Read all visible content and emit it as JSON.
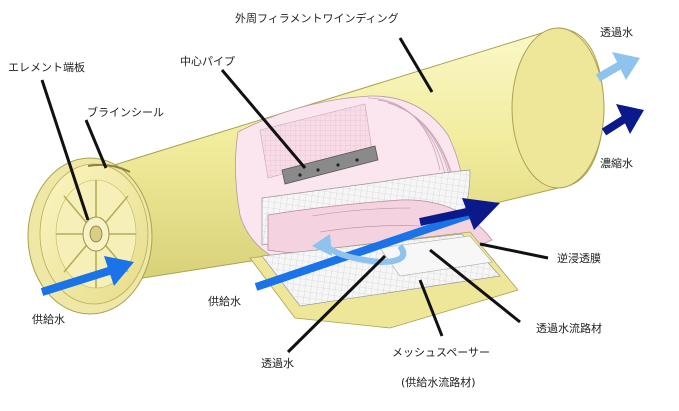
{
  "labels": {
    "outer_winding": "外周フィラメントワインディング",
    "element_endplate": "エレメント端板",
    "brine_seal": "ブラインシール",
    "center_pipe": "中心パイプ",
    "permeate_out": "透過水",
    "concentrate_out": "濃縮水",
    "feed_left": "供給水",
    "feed_mid": "供給水",
    "permeate_bottom": "透過水",
    "ro_membrane": "逆浸透膜",
    "permeate_channel": "透過水流路材",
    "mesh_spacer": "メッシュスペーサー",
    "feed_channel": "(供給水流路材)"
  },
  "colors": {
    "shell": "#f3efa3",
    "shell_shadow": "#d9d27a",
    "membrane_pink": "#f4d4e2",
    "spacer_white": "#f4f4f4",
    "arrow_feed": "#1a73e8",
    "arrow_permeate_light": "#8ec3ee",
    "arrow_concentrate": "#0a1a8a",
    "leader": "#111111"
  }
}
